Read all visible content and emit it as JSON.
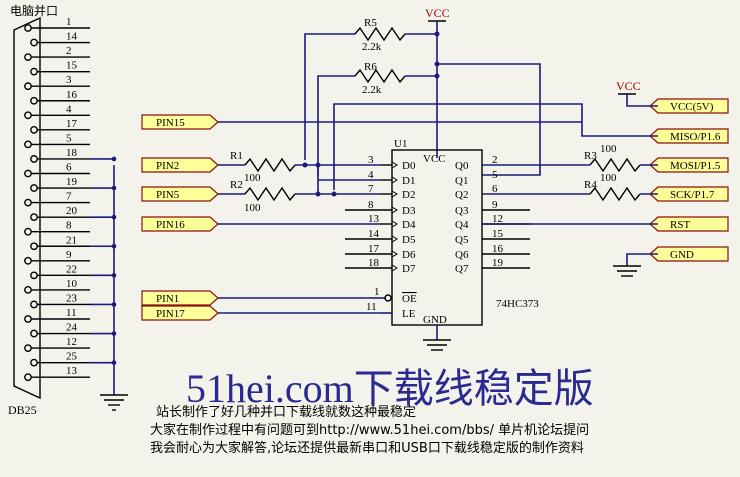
{
  "connector": {
    "title": "电脑并口",
    "type_label": "DB25",
    "pins_top": [
      "1",
      "14",
      "2",
      "15",
      "3",
      "16",
      "4",
      "17",
      "5",
      "18",
      "6",
      "19",
      "7",
      "20",
      "8",
      "21",
      "9",
      "22",
      "10",
      "23",
      "11",
      "24",
      "12",
      "25",
      "13"
    ]
  },
  "ports_left": [
    "PIN15",
    "PIN2",
    "PIN5",
    "PIN16",
    "PIN1",
    "PIN17"
  ],
  "ports_right": [
    "VCC(5V)",
    "MISO/P1.6",
    "MOSI/P1.5",
    "SCK/P1.7",
    "RST",
    "GND"
  ],
  "power": {
    "vcc_top": "VCC",
    "vcc_right": "VCC"
  },
  "resistors": [
    {
      "ref": "R5",
      "value": "2.2k"
    },
    {
      "ref": "R6",
      "value": "2.2k"
    },
    {
      "ref": "R1",
      "value": "100"
    },
    {
      "ref": "R2",
      "value": "100"
    },
    {
      "ref": "R3",
      "value": "100"
    },
    {
      "ref": "R4",
      "value": "100"
    }
  ],
  "ic": {
    "ref": "U1",
    "part": "74HC373",
    "vcc_label": "VCC",
    "gnd_label": "GND",
    "inputs": [
      {
        "num": "3",
        "name": "D0"
      },
      {
        "num": "4",
        "name": "D1"
      },
      {
        "num": "7",
        "name": "D2"
      },
      {
        "num": "8",
        "name": "D3"
      },
      {
        "num": "13",
        "name": "D4"
      },
      {
        "num": "14",
        "name": "D5"
      },
      {
        "num": "17",
        "name": "D6"
      },
      {
        "num": "18",
        "name": "D7"
      }
    ],
    "outputs": [
      {
        "num": "2",
        "name": "Q0"
      },
      {
        "num": "5",
        "name": "Q1"
      },
      {
        "num": "6",
        "name": "Q2"
      },
      {
        "num": "9",
        "name": "Q3"
      },
      {
        "num": "12",
        "name": "Q4"
      },
      {
        "num": "15",
        "name": "Q5"
      },
      {
        "num": "16",
        "name": "Q6"
      },
      {
        "num": "19",
        "name": "Q7"
      }
    ],
    "oe": {
      "num": "1",
      "name": "OE"
    },
    "le": {
      "num": "11",
      "name": "LE"
    }
  },
  "headline": "51hei.com下载线稳定版",
  "notes": [
    "站长制作了好几种并口下载线就数这种最稳定",
    "大家在制作过程中有问题可到http://www.51hei.com/bbs/ 单片机论坛提问",
    "我会耐心为大家解答,论坛还提供最新串口和USB口下载线稳定版的制作资料"
  ]
}
